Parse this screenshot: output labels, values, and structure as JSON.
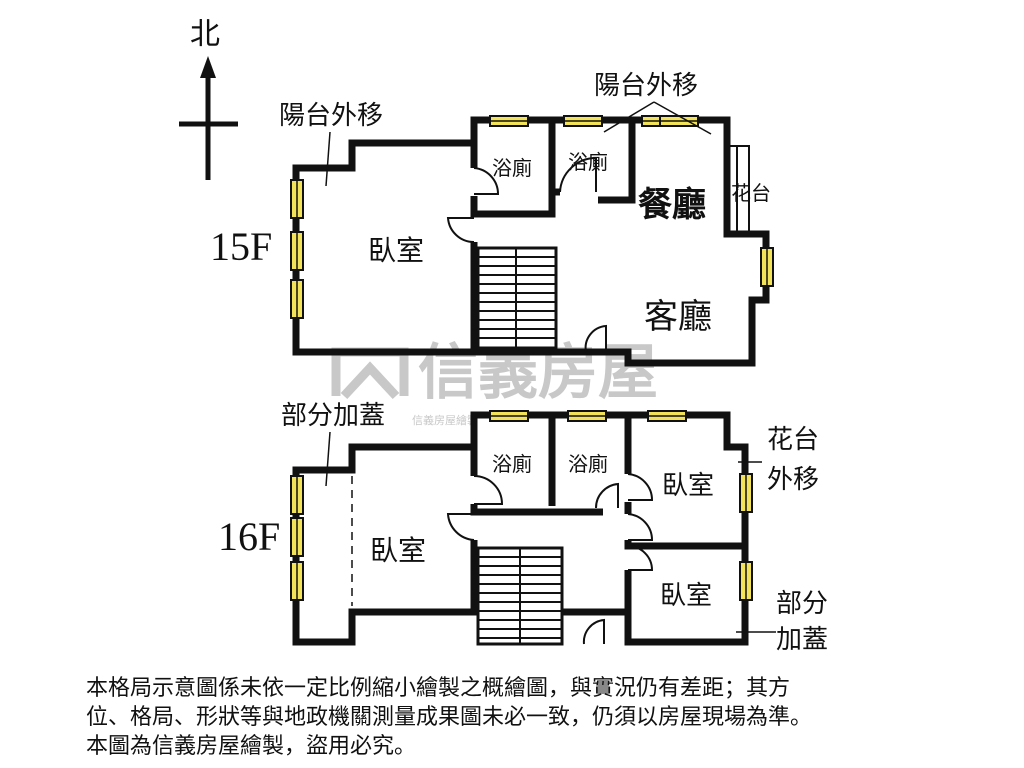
{
  "compass": {
    "north_label": "北"
  },
  "watermark": {
    "brand": "信義房屋",
    "sub": "信義房屋繪製"
  },
  "floors": {
    "f15": {
      "label": "15F",
      "rooms": {
        "bedroom": "臥室",
        "bath_left": "浴廁",
        "bath_right": "浴廁",
        "dining": "餐廳",
        "living": "客廳",
        "planter": "花台"
      },
      "annotations": {
        "balcony_left": "陽台外移",
        "balcony_top": "陽台外移"
      }
    },
    "f16": {
      "label": "16F",
      "rooms": {
        "bedroom_main": "臥室",
        "bath_left": "浴廁",
        "bath_right": "浴廁",
        "bedroom_ne": "臥室",
        "bedroom_se": "臥室"
      },
      "annotations": {
        "partial_cover_left": "部分加蓋",
        "planter_move_line1": "花台",
        "planter_move_line2": "外移",
        "partial_cover_right_line1": "部分",
        "partial_cover_right_line2": "加蓋"
      }
    }
  },
  "disclaimer": {
    "line1": "本格局示意圖係未依一定比例縮小繪製之概繪圖，與實況仍有差距；其方",
    "line2": "位、格局、形狀等與地政機關測量成果圖未必一致，仍須以房屋現場為準。",
    "line3": "本圖為信義房屋繪製，盜用必究。"
  },
  "colors": {
    "wall": "#111111",
    "window": "#f3e35a",
    "watermark": "#c8c8c8"
  }
}
